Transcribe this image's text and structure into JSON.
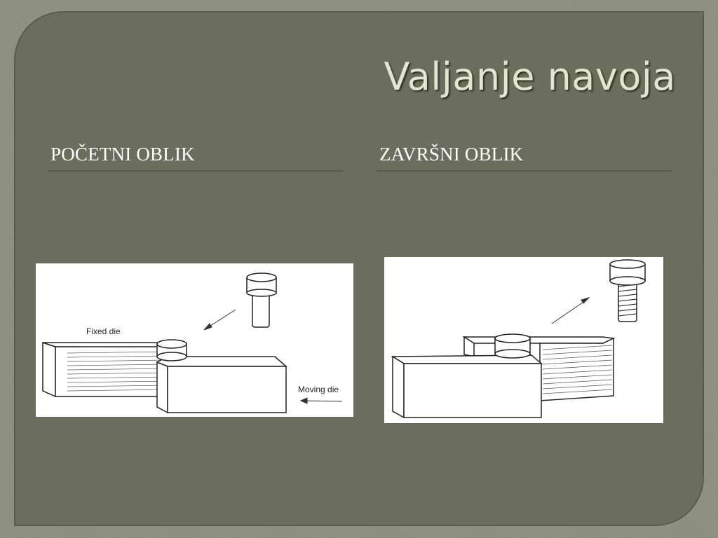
{
  "slide": {
    "title": "Valjanje navoja",
    "left_column": {
      "heading": "POČETNI OBLIK"
    },
    "right_column": {
      "heading": "ZAVRŠNI OBLIK"
    },
    "left_figure": {
      "fixed_die_label": "Fixed die",
      "moving_die_label": "Moving die"
    }
  }
}
